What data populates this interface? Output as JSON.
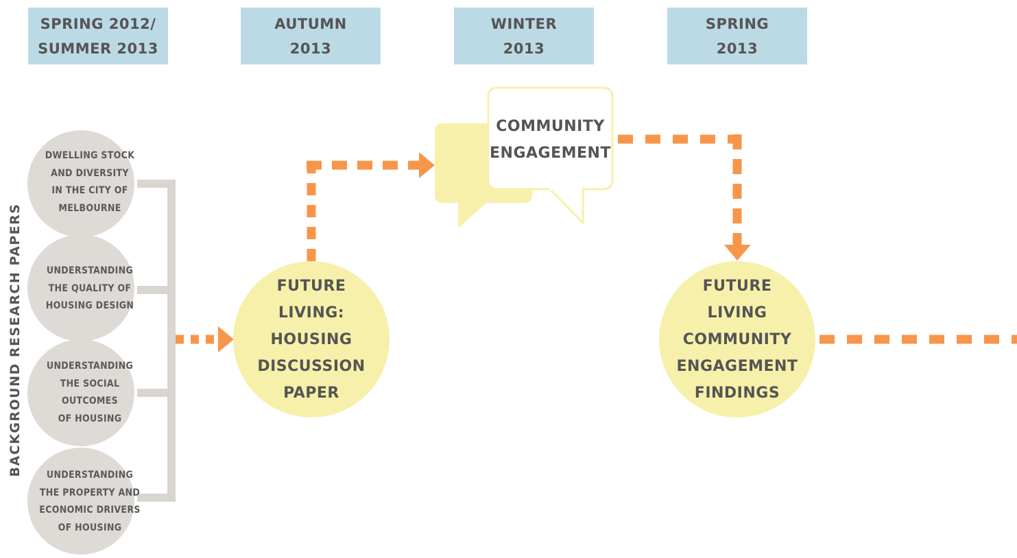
{
  "seasons": [
    {
      "line1": "SPRING 2012/",
      "line2": "SUMMER 2013"
    },
    {
      "line1": "AUTUMN",
      "line2": "2013"
    },
    {
      "line1": "WINTER",
      "line2": "2013"
    },
    {
      "line1": "SPRING",
      "line2": "2013"
    }
  ],
  "background_papers": {
    "group_label": "BACKGROUND RESEARCH PAPERS",
    "papers": [
      {
        "lines": [
          "DWELLING STOCK",
          "AND DIVERSITY",
          "IN THE CITY OF",
          "MELBOURNE"
        ]
      },
      {
        "lines": [
          "UNDERSTANDING",
          "THE QUALITY OF",
          "HOUSING DESIGN"
        ]
      },
      {
        "lines": [
          "UNDERSTANDING",
          "THE SOCIAL",
          "OUTCOMES",
          "OF HOUSING"
        ]
      },
      {
        "lines": [
          "UNDERSTANDING",
          "THE PROPERTY AND",
          "ECONOMIC DRIVERS",
          "OF HOUSING"
        ]
      }
    ]
  },
  "discussion_paper": {
    "lines": [
      "FUTURE",
      "LIVING:",
      "HOUSING",
      "DISCUSSION",
      "PAPER"
    ]
  },
  "community_engagement": {
    "lines": [
      "COMMUNITY",
      "ENGAGEMENT"
    ]
  },
  "findings": {
    "lines": [
      "FUTURE",
      "LIVING",
      "COMMUNITY",
      "ENGAGEMENT",
      "FINDINGS"
    ]
  },
  "colors": {
    "season_box": "#bcd9e6",
    "paper_circle": "#dedad5",
    "stage_circle": "#f7f0aa",
    "bubble_back": "#f7f0aa",
    "arrow": "#f7964a",
    "bracket": "#d9d6d1",
    "text": "#555555"
  }
}
